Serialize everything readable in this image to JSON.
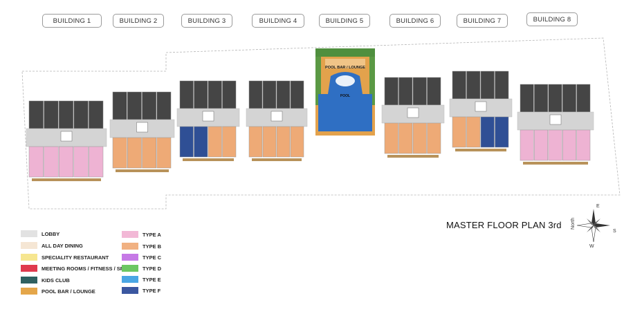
{
  "buildings": [
    {
      "label": "BUILDING 1"
    },
    {
      "label": "BUILDING 2"
    },
    {
      "label": "BUILDING 3"
    },
    {
      "label": "BUILDING 4"
    },
    {
      "label": "BUILDING 5"
    },
    {
      "label": "BUILDING 6"
    },
    {
      "label": "BUILDING 7"
    },
    {
      "label": "BUILDING 8"
    }
  ],
  "plan": {
    "title": "MASTER FLOOR PLAN 3rd",
    "pool_bar_label": "POOL BAR / LOUNGE",
    "pool_label": "POOL"
  },
  "compass": {
    "n": "North",
    "e": "E",
    "s": "S",
    "w": "W"
  },
  "legend": {
    "left": [
      {
        "label": "LOBBY",
        "color": "#e2e2e2"
      },
      {
        "label": "ALL DAY DINING",
        "color": "#f5e6d4"
      },
      {
        "label": "SPECIALITY RESTAURANT",
        "color": "#f6e690"
      },
      {
        "label": "MEETING ROOMS / FITNESS / SPA",
        "color": "#e03a4e"
      },
      {
        "label": "KIDS CLUB",
        "color": "#2f6060"
      },
      {
        "label": "POOL BAR / LOUNGE",
        "color": "#e4a64a"
      }
    ],
    "right": [
      {
        "label": "TYPE  A",
        "color": "#f2b8d6"
      },
      {
        "label": "TYPE  B",
        "color": "#f1b182"
      },
      {
        "label": "TYPE  C",
        "color": "#c679e6"
      },
      {
        "label": "TYPE  D",
        "color": "#6cc762"
      },
      {
        "label": "TYPE  E",
        "color": "#4aa6e4"
      },
      {
        "label": "TYPE  F",
        "color": "#3b57a0"
      }
    ]
  },
  "colors": {
    "dark_units": "#454545",
    "lobby": "#d4d4d4",
    "type_a": "#eeb3d3",
    "type_b": "#eeaa76",
    "type_f": "#2f4f95",
    "pool": "#2f6fc3",
    "deck": "#e3a24c",
    "greenery": "#4f8f3e"
  }
}
